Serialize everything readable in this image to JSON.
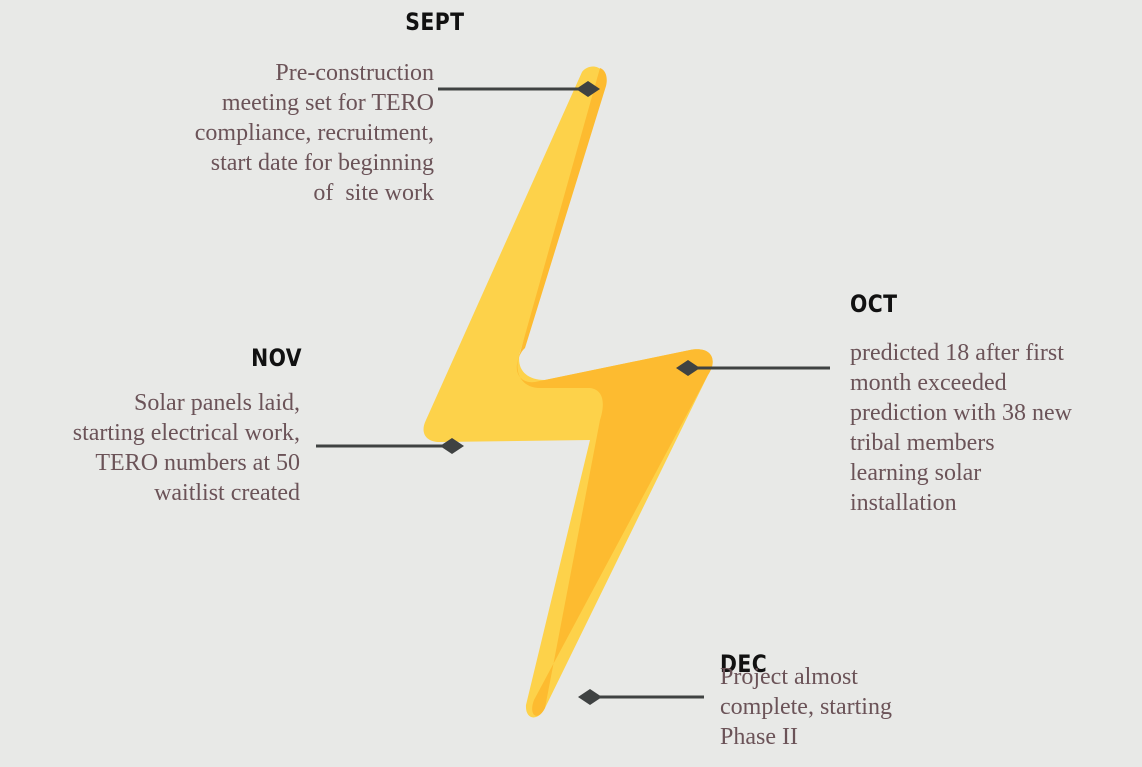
{
  "milestones": {
    "sept": {
      "label": "SEPT",
      "lines": [
        "Pre-construction",
        "meeting set for TERO",
        "compliance, recruitment,",
        "start date for beginning",
        "of  site work"
      ]
    },
    "oct": {
      "label": "OCT",
      "lines": [
        "predicted 18 after first",
        "month exceeded",
        "prediction with 38 new",
        "tribal members",
        "learning solar",
        "installation"
      ]
    },
    "nov": {
      "label": "NOV",
      "lines": [
        "Solar panels laid,",
        "starting electrical work,",
        "TERO numbers at 50",
        "waitlist created"
      ]
    },
    "dec": {
      "label": "DEC",
      "lines": [
        "Project almost",
        "complete, starting",
        "Phase II"
      ]
    }
  },
  "colors": {
    "background": "#e8e9e7",
    "bolt_light": "#fdd24a",
    "bolt_dark": "#fdbb30",
    "connector": "#3f4242",
    "heading_text": "#111111",
    "body_text": "#6b5358"
  },
  "icons": {
    "center_graphic": "lightning-bolt-icon",
    "marker": "diamond-marker-icon"
  }
}
